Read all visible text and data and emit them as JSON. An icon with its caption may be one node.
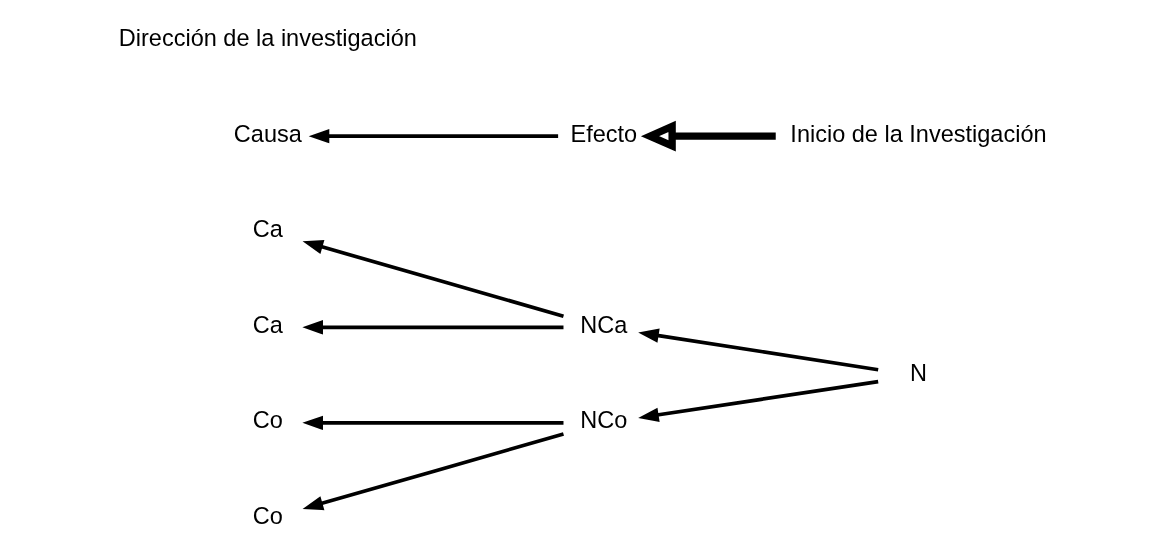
{
  "diagram": {
    "nodes": [
      {
        "text": [
          "Ca"
        ]
      },
      {
        "text": [
          "NCa"
        ]
      },
      {
        "text": [
          "Ca"
        ]
      },
      {
        "text": [
          "N"
        ]
      },
      {
        "text": [
          "Co"
        ]
      },
      {
        "text": [
          "NCo"
        ]
      },
      {
        "text": [
          "Co"
        ]
      },
      {
        "text": [
          "Causa"
        ]
      },
      {
        "text": [
          "Efecto"
        ]
      },
      {
        "text": [
          "Inicio de la Investigación"
        ]
      }
    ],
    "edges": [
      {
        "from": 3,
        "to": 1,
        "arrow": "to"
      },
      {
        "from": 3,
        "to": 5,
        "arrow": "to"
      },
      {
        "from": 1,
        "to": 0,
        "arrow": "to"
      },
      {
        "from": 1,
        "to": 2,
        "arrow": "to"
      },
      {
        "from": 5,
        "to": 4,
        "arrow": "to"
      },
      {
        "from": 5,
        "to": 6,
        "arrow": "to"
      },
      {
        "from": 8,
        "to": 7,
        "arrow": "to"
      },
      {
        "from": 9,
        "to": 8,
        "arrow": "to",
        "style": "thick"
      }
    ],
    "labels": [
      "Dirección de la investigación"
    ]
  }
}
